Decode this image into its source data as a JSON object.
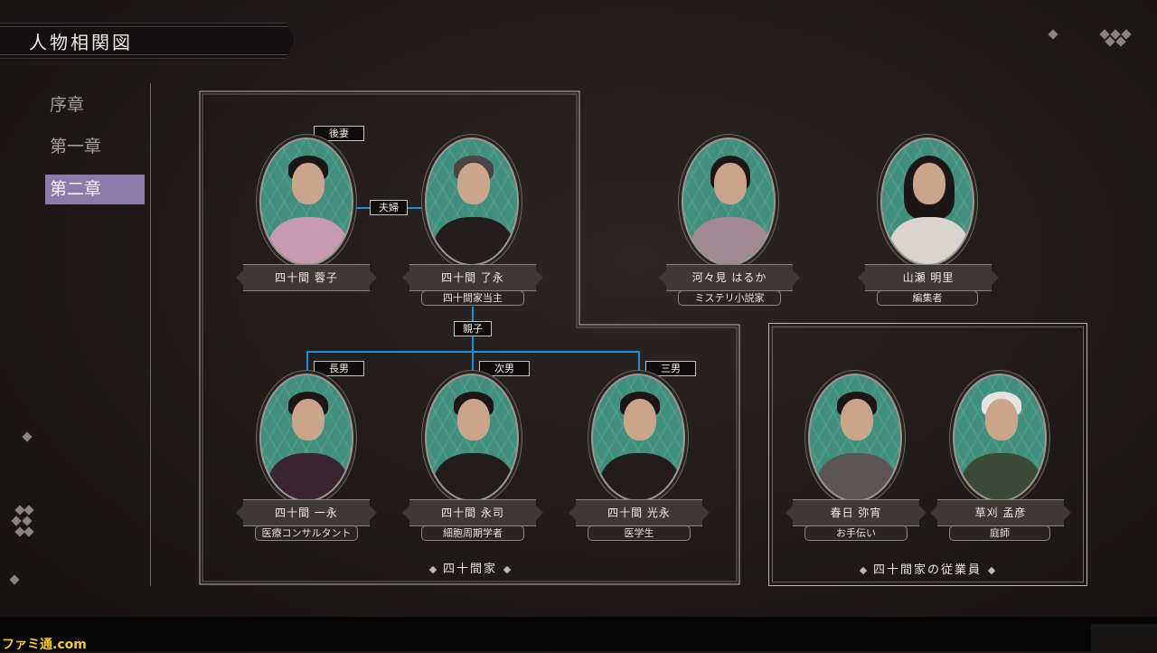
{
  "header": {
    "title": "人物相関図"
  },
  "sidebar": {
    "chapters": [
      {
        "label": "序章",
        "active": false
      },
      {
        "label": "第一章",
        "active": false
      },
      {
        "label": "第二章",
        "active": true
      }
    ]
  },
  "relations": {
    "spouse": "夫婦",
    "parent_child": "親子",
    "second_wife": "後妻",
    "eldest_son": "長男",
    "second_son": "次男",
    "third_son": "三男"
  },
  "characters": [
    {
      "name": "四十間 蓉子",
      "role": ""
    },
    {
      "name": "四十間 了永",
      "role": "四十間家当主"
    },
    {
      "name": "河々見 はるか",
      "role": "ミステリ小説家"
    },
    {
      "name": "山瀬 明里",
      "role": "編集者"
    },
    {
      "name": "四十間 一永",
      "role": "医療コンサルタント"
    },
    {
      "name": "四十間 永司",
      "role": "細胞周期学者"
    },
    {
      "name": "四十間 光永",
      "role": "医学生"
    },
    {
      "name": "春日 弥宵",
      "role": "お手伝い"
    },
    {
      "name": "草刈 孟彦",
      "role": "庭師"
    }
  ],
  "groups": {
    "family": "四十間家",
    "staff": "四十間家の従業員"
  },
  "watermark": "ファミ通.com",
  "colors": {
    "accent_active": "#8e7aa8",
    "connector": "#1f8fd6",
    "portrait_bg": "#3f8f7c"
  }
}
